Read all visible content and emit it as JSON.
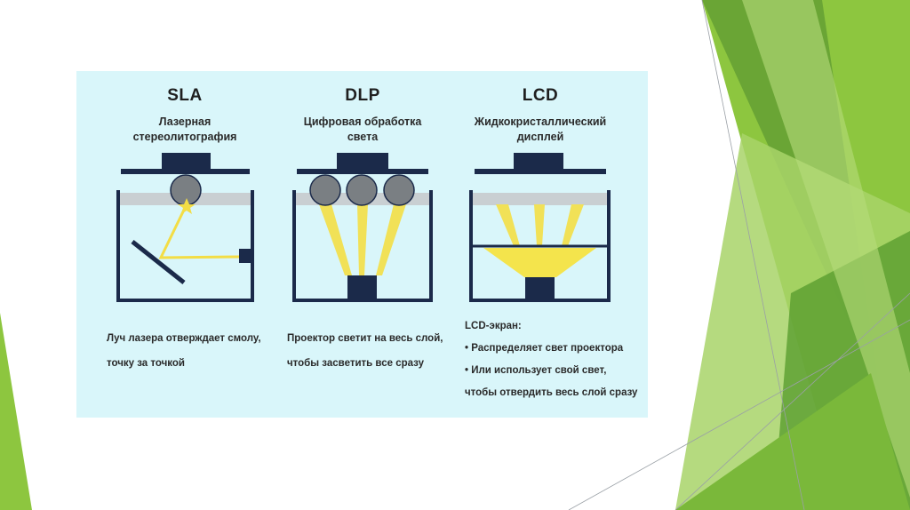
{
  "colors": {
    "panel_bg": "#d9f6fa",
    "ink": "#1b2a4a",
    "light_yellow": "#f6e97a",
    "accent_green": "#8dc63f",
    "dark_green": "#5a9e2f"
  },
  "columns": [
    {
      "title": "SLA",
      "subtitle_lines": [
        "Лазерная",
        "стереолитография"
      ],
      "description_lines": [
        "Луч лазера отверждает смолу,",
        "точку за точкой"
      ]
    },
    {
      "title": "DLP",
      "subtitle_lines": [
        "Цифровая обработка",
        "света"
      ],
      "description_lines": [
        "Проектор светит на весь слой,",
        "чтобы засветить все сразу"
      ]
    },
    {
      "title": "LCD",
      "subtitle_lines": [
        "Жидкокристаллический",
        "дисплей"
      ],
      "description_lines": [
        "LCD-экран:",
        "• Распределяет свет проектора",
        "• Или использует свой свет,",
        "чтобы отвердить весь слой сразу"
      ]
    }
  ]
}
